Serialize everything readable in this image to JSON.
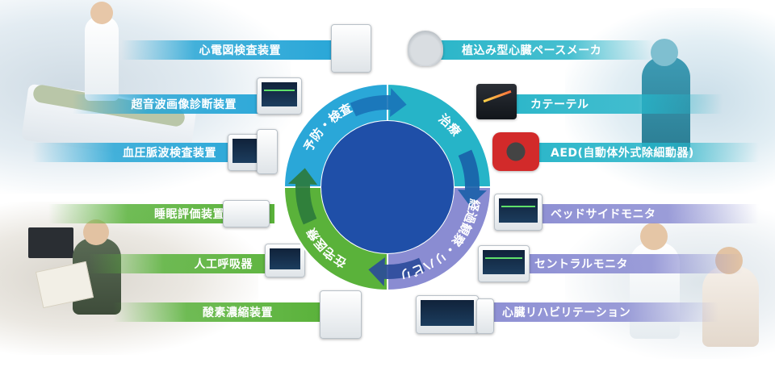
{
  "left_labels": [
    {
      "text": "心電図検査装置",
      "color": "#2aa7d8"
    },
    {
      "text": "超音波画像診断装置",
      "color": "#2aa7d8"
    },
    {
      "text": "血圧脈波検査装置",
      "color": "#2aa7d8"
    },
    {
      "text": "睡眠評価装置",
      "color": "#5ab23a"
    },
    {
      "text": "人工呼吸器",
      "color": "#5ab23a"
    },
    {
      "text": "酸素濃縮装置",
      "color": "#5ab23a"
    }
  ],
  "right_labels": [
    {
      "text": "植込み型心臓ペースメーカ",
      "color": "#26b4c8"
    },
    {
      "text": "カテーテル",
      "color": "#26b4c8"
    },
    {
      "text": "AED(自動体外式除細動器)",
      "color": "#26b4c8"
    },
    {
      "text": "ベッドサイドモニタ",
      "color": "#8a8cd2"
    },
    {
      "text": "セントラルモニタ",
      "color": "#8a8cd2"
    },
    {
      "text": "心臓リハビリテーション",
      "color": "#8a8cd2"
    }
  ],
  "cycle": {
    "center_color": "#1f4fa8",
    "segments": [
      {
        "label": "予防・検査",
        "color": "#2aa7d8"
      },
      {
        "label": "治療",
        "color": "#26b4c8"
      },
      {
        "label": "経過観察・リハビリ",
        "color": "#8a8cd2"
      },
      {
        "label": "在宅医療",
        "color": "#5ab23a"
      }
    ],
    "arrow_colors": [
      "#1a73b8",
      "#1a5fa8",
      "#2a4a9a",
      "#2b7a3c"
    ]
  }
}
